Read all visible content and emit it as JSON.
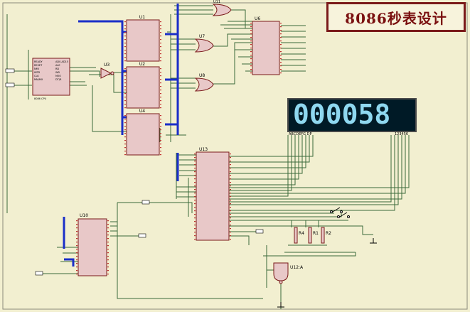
{
  "title": "8086秒表设计",
  "display": {
    "digits": "000058",
    "label_left": "ABCDEFG  DP",
    "label_right": "123456"
  },
  "chips": {
    "u1": "U1",
    "u2": "U2",
    "u3": "U3",
    "u4": "U4",
    "u6": "U6",
    "u7": "U7",
    "u8": "U8",
    "u10": "U10",
    "u11": "U11",
    "u12a": "U12:A",
    "u13": "U13"
  },
  "resistors": {
    "r4": "R4",
    "r1": "R1",
    "r2": "R2"
  },
  "colors": {
    "background": "#f2efd0",
    "chip_fill": "#e8c8c8",
    "chip_border": "#7a1a1a",
    "bus": "#1a2ec8",
    "wire": "#3a6a3a",
    "title": "#7a1010"
  }
}
